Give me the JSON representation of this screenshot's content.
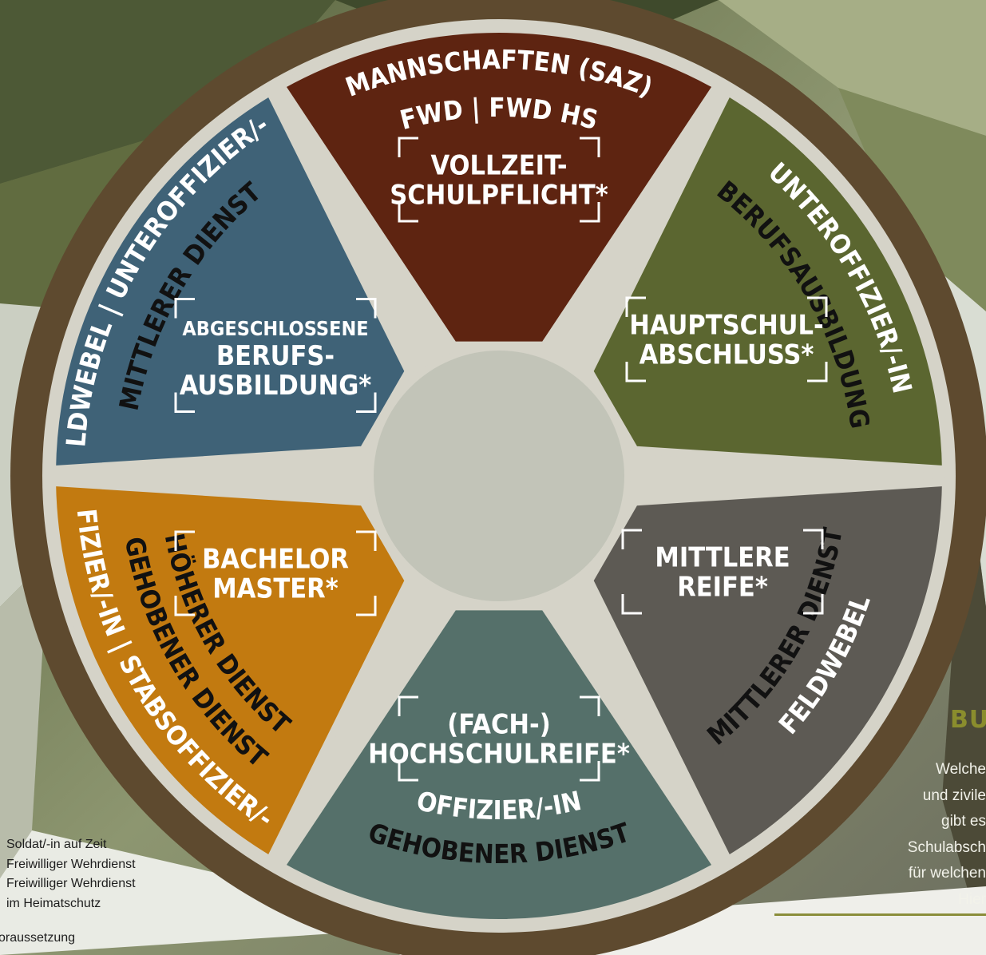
{
  "segments": [
    {
      "id": "mannschaften",
      "color": "#5e2411",
      "outer_lines": [
        "MANNSCHAFTEN (SAZ)",
        "FWD | FWD HS"
      ],
      "inner_lines": [
        "VOLLZEIT-",
        "SCHULPFLICHT*"
      ]
    },
    {
      "id": "unteroffizier",
      "color": "#5b6630",
      "outer_lines": [
        "UNTEROFFIZIER/-IN",
        "BERUFSAUSBILDUNG"
      ],
      "inner_lines": [
        "HAUPTSCHUL-",
        "ABSCHLUSS*"
      ]
    },
    {
      "id": "feldwebel",
      "color": "#5d5a54",
      "outer_lines": [
        "FELDWEBEL",
        "MITTLERER DIENST"
      ],
      "inner_lines": [
        "MITTLERE",
        "REIFE*"
      ]
    },
    {
      "id": "offizier",
      "color": "#55706a",
      "outer_lines": [
        "GEHOBENER DIENST",
        "OFFIZIER/-IN"
      ],
      "inner_lines": [
        "(FACH-)",
        "HOCHSCHULREIFE*"
      ]
    },
    {
      "id": "stabsoffizier",
      "color": "#c27a10",
      "outer_lines": [
        "OFFIZIER/-IN | STABSOFFIZIER/-IN",
        "GEHOBENER DIENST",
        "HÖHERER DIENST"
      ],
      "inner_lines": [
        "BACHELOR",
        "MASTER*"
      ]
    },
    {
      "id": "feldwebel-unteroffizier",
      "color": "#3f6277",
      "outer_lines": [
        "FELDWEBEL | UNTEROFFIZIER/-IN",
        "MITTLERER DIENST"
      ],
      "inner_lines": [
        "ABGESCHLOSSENE",
        "BERUFS-",
        "AUSBILDUNG*"
      ]
    }
  ],
  "legend": {
    "items": [
      "Soldat/-in auf Zeit",
      "Freiwilliger Wehrdienst",
      "Freiwilliger Wehrdienst",
      "im Heimatschutz"
    ],
    "footnote": "oraussetzung"
  },
  "side_panel": {
    "title": "BUN",
    "lines": [
      "Welche",
      "und zivile",
      "gibt es",
      "Schulabsch",
      "für welchen",
      "Hier"
    ]
  }
}
